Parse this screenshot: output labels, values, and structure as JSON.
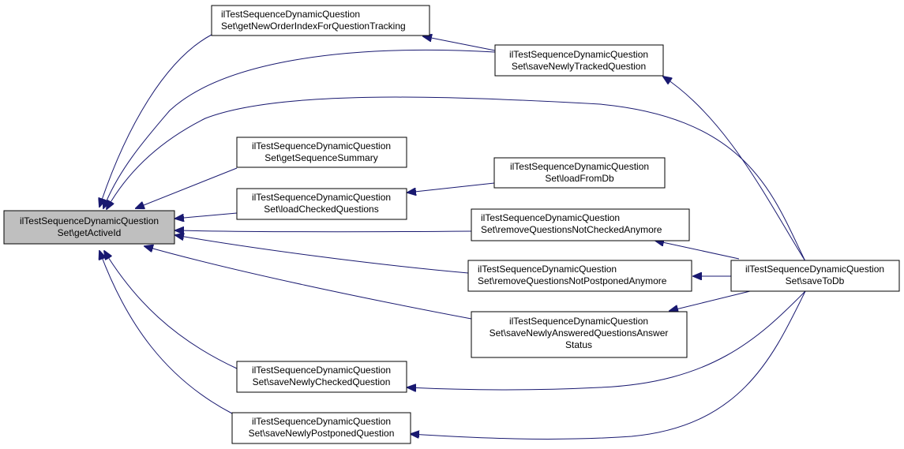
{
  "graph": {
    "edge_color": "#191970",
    "focus_fill": "#bfbfbf",
    "nodes": {
      "getActiveId": {
        "lines": [
          "ilTestSequenceDynamicQuestion",
          "Set\\getActiveId"
        ]
      },
      "getNewOrderIndex": {
        "lines": [
          "ilTestSequenceDynamicQuestion",
          "Set\\getNewOrderIndexForQuestionTracking"
        ]
      },
      "saveNewlyTracked": {
        "lines": [
          "ilTestSequenceDynamicQuestion",
          "Set\\saveNewlyTrackedQuestion"
        ]
      },
      "getSequenceSummary": {
        "lines": [
          "ilTestSequenceDynamicQuestion",
          "Set\\getSequenceSummary"
        ]
      },
      "loadFromDb": {
        "lines": [
          "ilTestSequenceDynamicQuestion",
          "Set\\loadFromDb"
        ]
      },
      "loadChecked": {
        "lines": [
          "ilTestSequenceDynamicQuestion",
          "Set\\loadCheckedQuestions"
        ]
      },
      "removeNotChecked": {
        "lines": [
          "ilTestSequenceDynamicQuestion",
          "Set\\removeQuestionsNotCheckedAnymore"
        ]
      },
      "removeNotPostponed": {
        "lines": [
          "ilTestSequenceDynamicQuestion",
          "Set\\removeQuestionsNotPostponedAnymore"
        ]
      },
      "saveToDb": {
        "lines": [
          "ilTestSequenceDynamicQuestion",
          "Set\\saveToDb"
        ]
      },
      "saveAnsweredStatus": {
        "lines": [
          "ilTestSequenceDynamicQuestion",
          "Set\\saveNewlyAnsweredQuestionsAnswer",
          "Status"
        ]
      },
      "saveNewlyChecked": {
        "lines": [
          "ilTestSequenceDynamicQuestion",
          "Set\\saveNewlyCheckedQuestion"
        ]
      },
      "saveNewlyPostponed": {
        "lines": [
          "ilTestSequenceDynamicQuestion",
          "Set\\saveNewlyPostponedQuestion"
        ]
      }
    }
  }
}
